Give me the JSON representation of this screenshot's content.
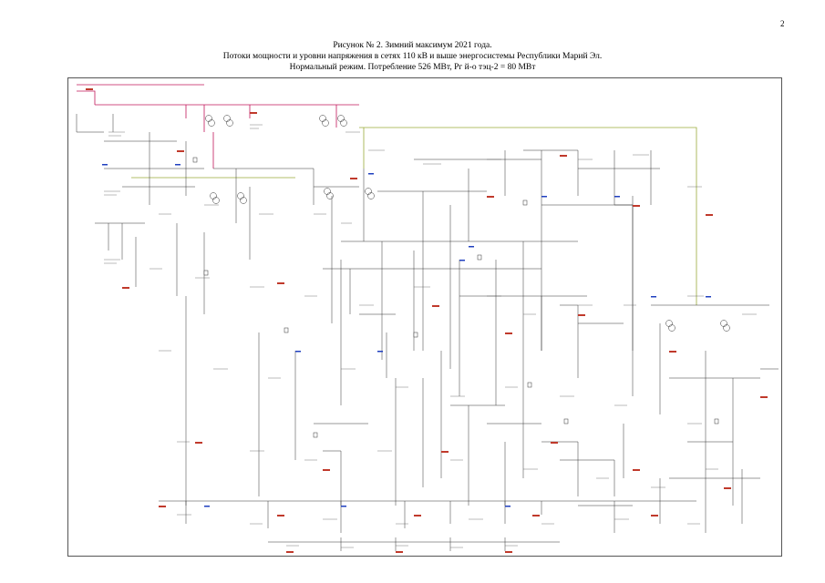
{
  "page_number": "2",
  "title": {
    "line1": "Рисунок № 2. Зимний максимум 2021 года.",
    "line2": "Потоки мощности и уровни напряжения в сетях 110 кВ и выше энергосистемы Республики Марий Эл.",
    "line3": "Нормальный режим. Потребление 526 МВт, Рг й-о тэц-2 = 80 МВт"
  },
  "colors": {
    "line_110kv": "#333333",
    "line_220kv": "#c2185b",
    "line_500kv": "#9aab3a",
    "voltage_value": "#c0392b",
    "bus_marker": "#1f3fbf"
  }
}
